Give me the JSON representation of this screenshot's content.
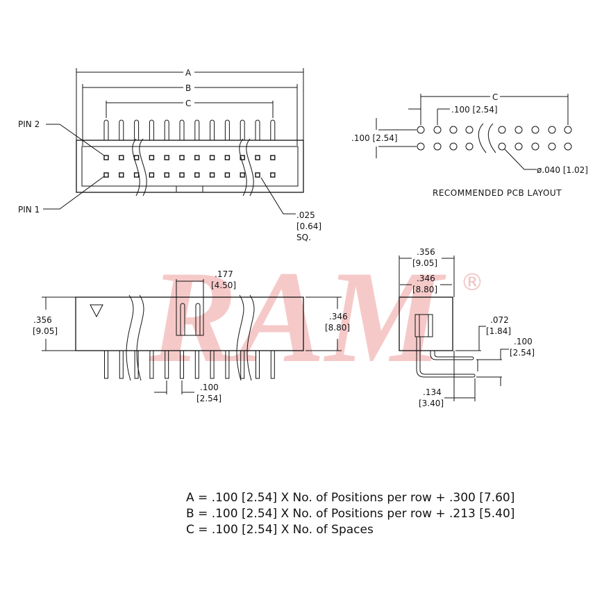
{
  "logo": {
    "text": "RAM",
    "registered": "®",
    "color": "#e8a0a0"
  },
  "top_view": {
    "dim_a": "A",
    "dim_b": "B",
    "dim_c": "C",
    "pin2_label": "PIN 2",
    "pin1_label": "PIN 1",
    "pin_size": ".025",
    "pin_size_mm": "[0.64]",
    "pin_size_suffix": "SQ."
  },
  "pcb_layout": {
    "dim_c": "C",
    "pitch_x": ".100 [2.54]",
    "pitch_y": ".100 [2.54]",
    "hole_dia": "ø.040 [1.02]",
    "title": "RECOMMENDED PCB LAYOUT"
  },
  "front_view": {
    "height": ".356",
    "height_mm": "[9.05]",
    "body_height": ".346",
    "body_height_mm": "[8.80]",
    "key_width": ".177",
    "key_width_mm": "[4.50]",
    "pitch": ".100",
    "pitch_mm": "[2.54]"
  },
  "side_view": {
    "width": ".356",
    "width_mm": "[9.05]",
    "body_width": ".346",
    "body_width_mm": "[8.80]",
    "pin_offset": ".072",
    "pin_offset_mm": "[1.84]",
    "row_pitch": ".100",
    "row_pitch_mm": "[2.54]",
    "tail": ".134",
    "tail_mm": "[3.40]"
  },
  "formulas": [
    "A = .100 [2.54] X No. of Positions per row + .300 [7.60]",
    "B = .100 [2.54] X No. of Positions per row + .213 [5.40]",
    "C = .100 [2.54] X No. of Spaces"
  ]
}
